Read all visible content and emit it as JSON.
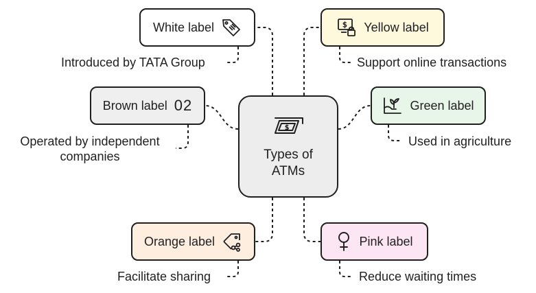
{
  "colors": {
    "white": "#ffffff",
    "brown": "#efefef",
    "orange": "#fdeee0",
    "yellow": "#fef8dc",
    "green": "#e8f6ea",
    "pink": "#fde6f3",
    "center": "#ededed",
    "stroke": "#1f1f1f"
  },
  "center": {
    "title": "Types of ATMs",
    "icon": "atm-card-icon"
  },
  "nodes": {
    "white": {
      "label": "White label",
      "icon": "price-tag-icon",
      "description": "Introduced by TATA Group"
    },
    "brown": {
      "label": "Brown label",
      "badge": "02",
      "description": "Operated by independent companies"
    },
    "orange": {
      "label": "Orange label",
      "icon": "share-tag-icon",
      "description": "Facilitate sharing"
    },
    "yellow": {
      "label": "Yellow label",
      "icon": "online-payment-icon",
      "description": "Support online transactions"
    },
    "green": {
      "label": "Green label",
      "icon": "plant-hand-icon",
      "description": "Used in agriculture"
    },
    "pink": {
      "label": "Pink label",
      "icon": "female-symbol-icon",
      "description": "Reduce waiting times"
    }
  }
}
